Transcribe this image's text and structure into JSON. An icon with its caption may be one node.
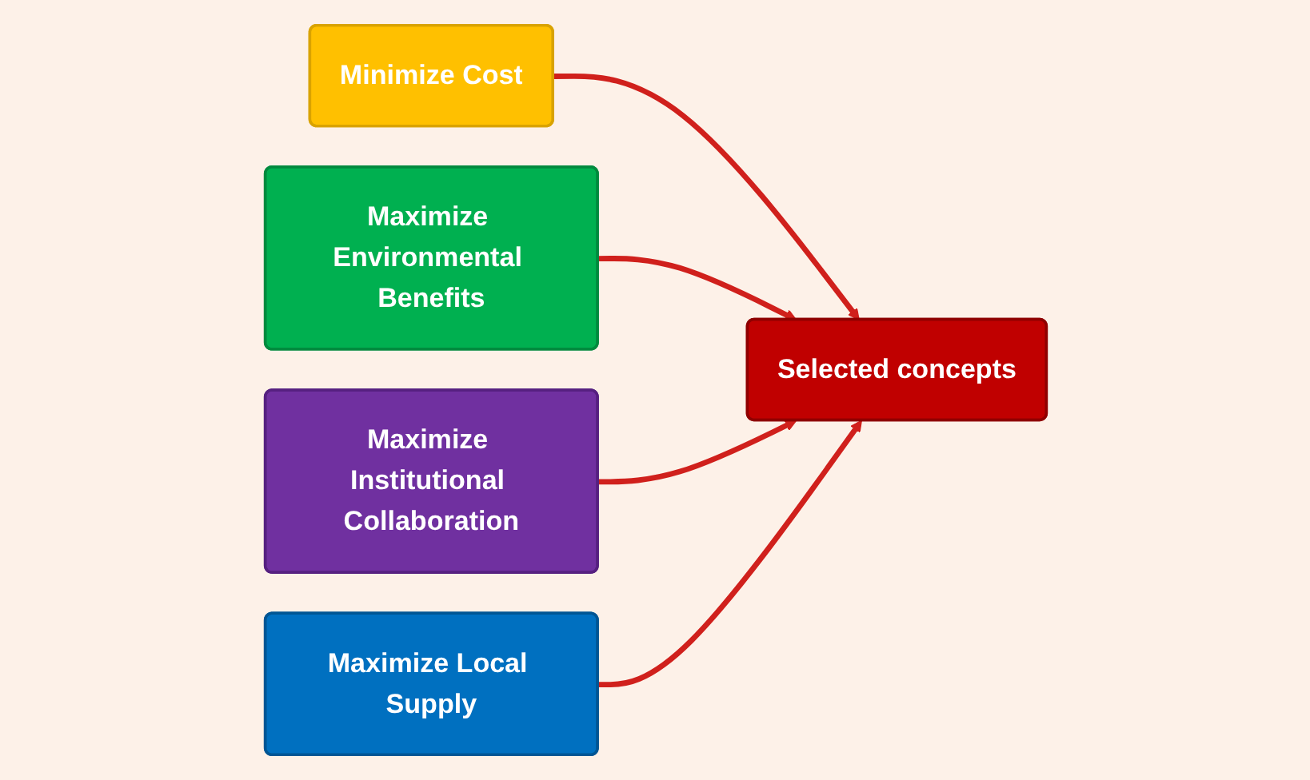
{
  "diagram": {
    "nodes": [
      {
        "text": [
          "Minimize Cost"
        ]
      },
      {
        "text": [
          "Maximize Environmental Benefits"
        ]
      },
      {
        "text": [
          "Selected concepts"
        ]
      },
      {
        "text": [
          "Maximize Institutional Collaboration"
        ]
      },
      {
        "text": [
          "Maximize Local Supply"
        ]
      }
    ],
    "edges": [
      {
        "from": 0,
        "to": 2,
        "arrow": "to"
      },
      {
        "from": 1,
        "to": 2,
        "arrow": "to"
      },
      {
        "from": 3,
        "to": 2,
        "arrow": "to"
      },
      {
        "from": 4,
        "to": 2,
        "arrow": "to"
      }
    ]
  }
}
